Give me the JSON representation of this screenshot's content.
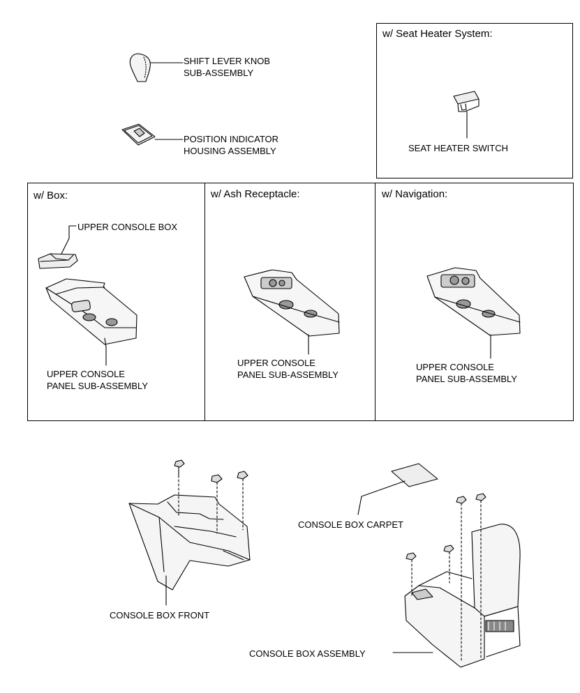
{
  "labels": {
    "shift_knob": [
      "SHIFT LEVER KNOB",
      "SUB-ASSEMBLY"
    ],
    "position_indicator": [
      "POSITION INDICATOR",
      "HOUSING ASSEMBLY"
    ],
    "seat_heater_switch": "SEAT HEATER SWITCH",
    "upper_console_box": "UPPER CONSOLE BOX",
    "upper_console_panel": [
      "UPPER CONSOLE",
      "PANEL SUB-ASSEMBLY"
    ],
    "console_box_carpet": "CONSOLE BOX CARPET",
    "console_box_front": "CONSOLE BOX FRONT",
    "console_box_assembly": "CONSOLE BOX ASSEMBLY"
  },
  "panels": {
    "seat_heater": "w/ Seat Heater System:",
    "box": "w/ Box:",
    "ash": "w/ Ash Receptacle:",
    "navigation": "w/ Navigation:"
  }
}
